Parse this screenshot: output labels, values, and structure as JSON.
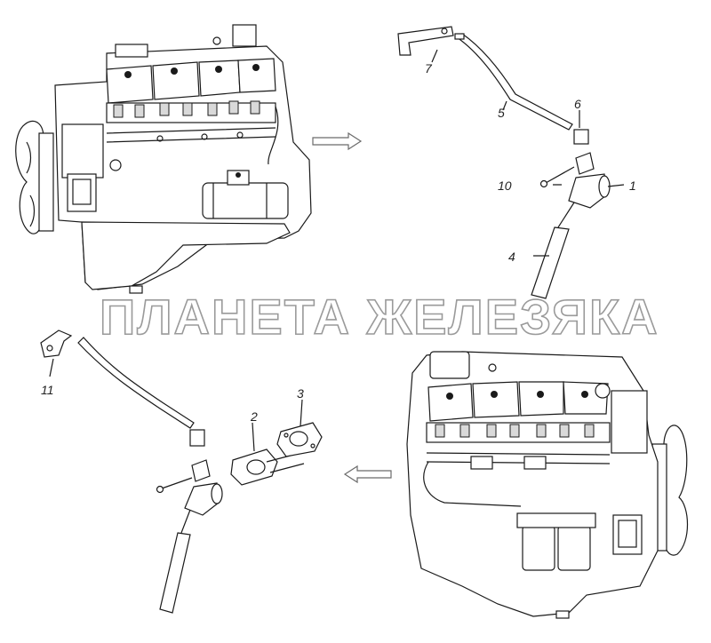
{
  "watermark": "ПЛАНЕТА ЖЕЛЕЗЯКА",
  "callouts": {
    "c1": "1",
    "c2": "2",
    "c3": "3",
    "c4": "4",
    "c5": "5",
    "c6": "6",
    "c7": "7",
    "c10": "10",
    "c11": "11"
  },
  "colors": {
    "line": "#1a1a1a",
    "watermark_outline": "#9a9a9a",
    "arrow": "#6b6b6b",
    "background": "#ffffff"
  }
}
